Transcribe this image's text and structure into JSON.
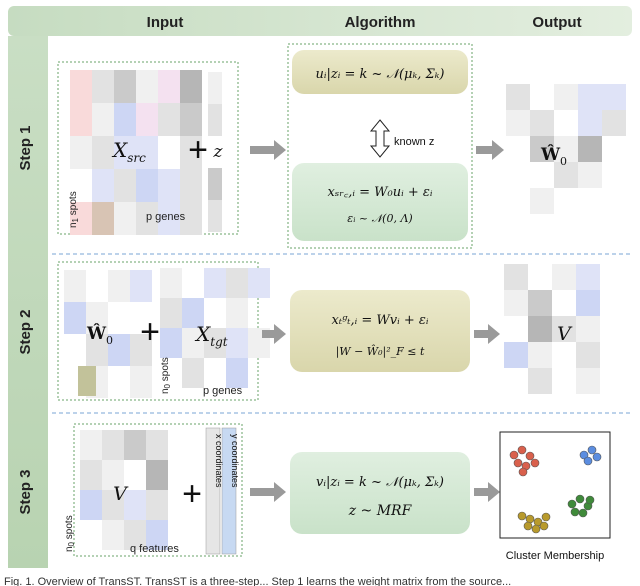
{
  "headers": {
    "input": "Input",
    "algorithm": "Algorithm",
    "output": "Output"
  },
  "steps": [
    "Step 1",
    "Step 2",
    "Step 3"
  ],
  "step1": {
    "matrix_label": "X",
    "matrix_sub": "src",
    "rows_label": "n",
    "rows_sub": "1",
    "rows_suffix": " spots",
    "cols_label": "p genes",
    "plus": "+",
    "z_label": "z",
    "eq_top": "uᵢ|zᵢ = k ~ 𝒩(μₖ, Σₖ)",
    "arrow_label": "known z",
    "eq_bottom": "xₛᵣ꜀,ᵢ = W₀uᵢ + εᵢ",
    "eq_bottom2": "εᵢ ~ 𝒩(0, Λ)",
    "output_label": "Ŵ",
    "output_sub": "0"
  },
  "step2": {
    "w_label": "Ŵ",
    "w_sub": "0",
    "plus": "+",
    "matrix_label": "X",
    "matrix_sub": "tgt",
    "rows_label": "n",
    "rows_sub": "0",
    "rows_suffix": " spots",
    "cols_label": "p genes",
    "eq_top": "xₜᵍₜ,ᵢ = Wvᵢ + εᵢ",
    "eq_bottom": "|W − Ŵ₀|²_F ≤ t",
    "output_label": "V"
  },
  "step3": {
    "matrix_label": "V",
    "rows_label": "n",
    "rows_sub": "0",
    "rows_suffix": " spots",
    "cols_label": "q features",
    "plus": "+",
    "x_coord": "x coordinates",
    "y_coord": "y coordinates",
    "eq_top": "vᵢ|zᵢ = k ~ 𝒩(μₖ, Σₖ)",
    "eq_bottom": "z ~ MRF",
    "output_caption": "Cluster Membership"
  },
  "caption_fragment": "Fig. 1. Overview of TransST. TransST is a three-step... Step 1 learns the weight matrix from the source..."
}
